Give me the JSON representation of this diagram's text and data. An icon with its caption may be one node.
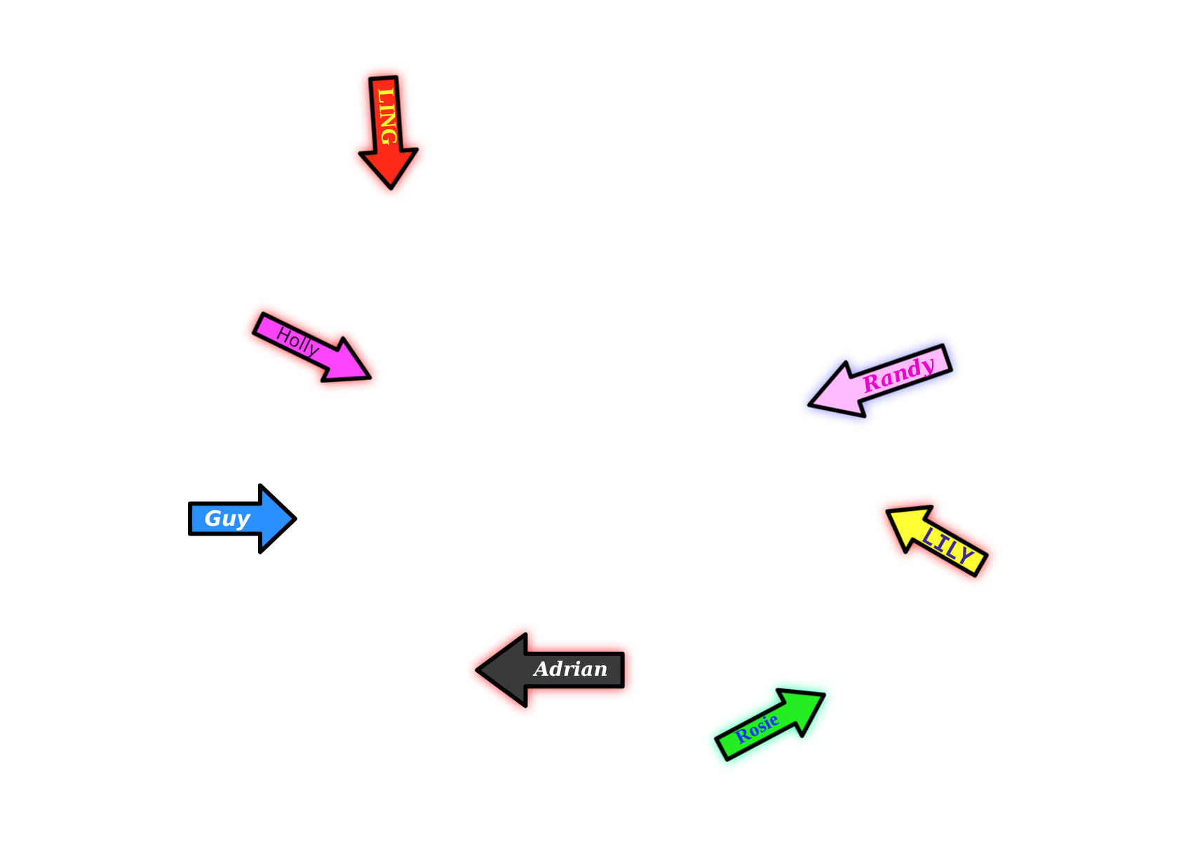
{
  "diagram": {
    "nodes": [
      {
        "text": [
          "LING"
        ]
      },
      {
        "text": [
          "Holly"
        ]
      },
      {
        "text": [
          "Randy"
        ]
      },
      {
        "text": [
          "Guy"
        ]
      },
      {
        "text": [
          "LILY"
        ]
      },
      {
        "text": [
          "Adrian"
        ]
      },
      {
        "text": [
          "Rosie"
        ]
      }
    ],
    "edges": []
  }
}
